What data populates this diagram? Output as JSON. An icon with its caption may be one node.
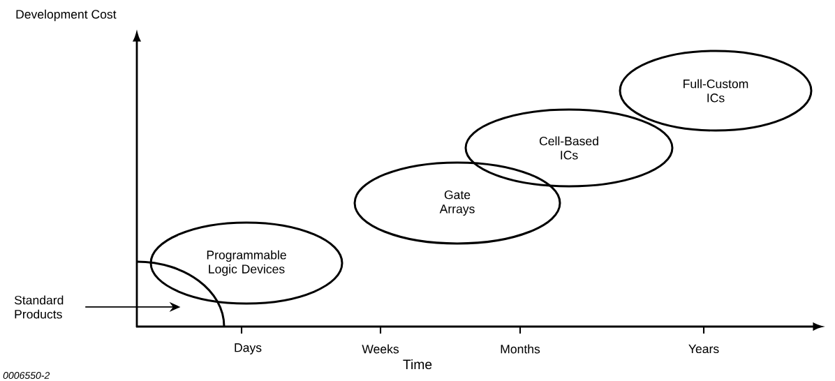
{
  "diagram": {
    "nodes": [
      {
        "text": [
          "Standard Products"
        ]
      },
      {
        "text": [],
        "shape": "ellipse"
      },
      {
        "text": [
          "Programmable Logic Devices"
        ]
      },
      {
        "text": [
          "Gate Arrays"
        ]
      },
      {
        "text": [
          "Cell-Based ICs"
        ]
      },
      {
        "text": [
          "Full-Custom ICs"
        ]
      }
    ],
    "edges": [
      {
        "from": 0,
        "to": 1,
        "arrow": "to"
      }
    ],
    "labels": [
      "Development Cost",
      "Days",
      "Weeks",
      "Months",
      "Years",
      "Time",
      "0006550-2"
    ]
  }
}
